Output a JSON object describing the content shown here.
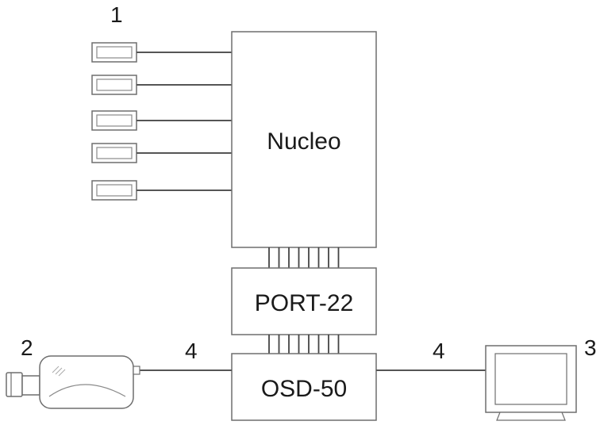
{
  "labels": {
    "sensors_number": "1",
    "camera_number": "2",
    "monitor_number": "3",
    "cable_left_number": "4",
    "cable_right_number": "4"
  },
  "blocks": {
    "nucleo": "Nucleo",
    "port": "PORT-22",
    "osd": "OSD-50"
  },
  "colors": {
    "stroke": "#6e6e6e",
    "line": "#555555",
    "text": "#1a1a1a"
  },
  "icons": {
    "sensors": "sensor-module-icon",
    "camera": "video-camera-icon",
    "monitor": "monitor-icon"
  }
}
